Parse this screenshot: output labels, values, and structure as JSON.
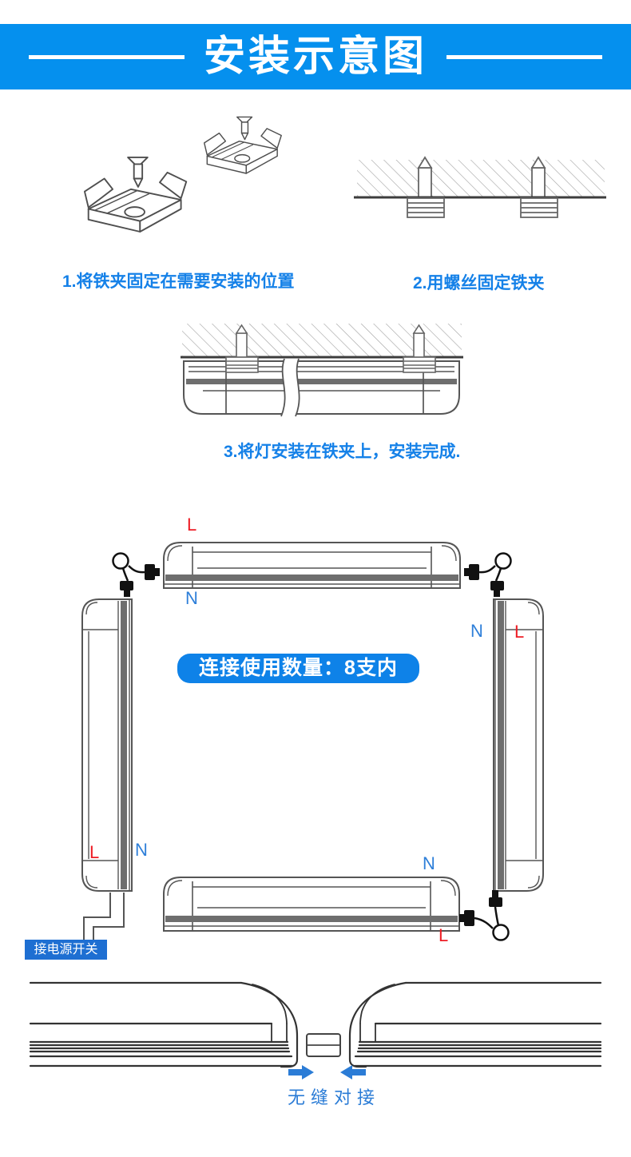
{
  "header": {
    "title": "安装示意图",
    "banner_color": "#0590EE"
  },
  "steps": {
    "step1": "1.将铁夹固定在需要安装的位置",
    "step2": "2.用螺丝固定铁夹",
    "step3": "3.将灯安装在铁夹上，安装完成."
  },
  "connection": {
    "badge": "连接使用数量：8支内",
    "power_switch_label": "接电源开关",
    "live_label": "L",
    "neutral_label": "N",
    "live_color": "#ED1C24",
    "neutral_color": "#2E7FD9",
    "max_tubes": 8
  },
  "seamless": {
    "label": "无缝对接",
    "arrow_color": "#2B7CD6"
  }
}
